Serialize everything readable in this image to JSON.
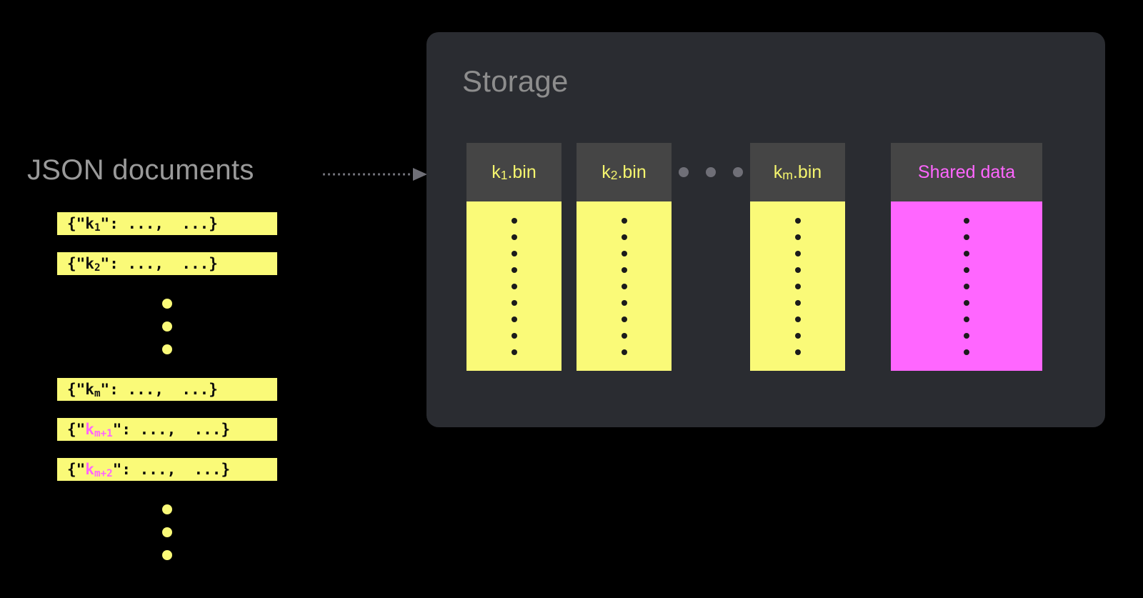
{
  "diagram": {
    "background_color": "#000000",
    "accent_yellow": "#FAFA78",
    "accent_magenta": "#FF66FF",
    "panel_color": "#2A2C31",
    "header_color": "#454545"
  },
  "left": {
    "label": "JSON documents",
    "documents": [
      {
        "prefix": "{\"",
        "key": "k",
        "sub": "1",
        "suffix": "\": ...,  ...}",
        "key_color": "#111111"
      },
      {
        "prefix": "{\"",
        "key": "k",
        "sub": "2",
        "suffix": "\": ...,  ...}",
        "key_color": "#111111"
      },
      {
        "prefix": "{\"",
        "key": "k",
        "sub": "m",
        "suffix": "\": ...,  ...}",
        "key_color": "#111111"
      },
      {
        "prefix": "{\"",
        "key": "k",
        "sub": "m+1",
        "suffix": "\": ...,  ...}",
        "key_color": "#FF66FF"
      },
      {
        "prefix": "{\"",
        "key": "k",
        "sub": "m+2",
        "suffix": "\": ...,  ...}",
        "key_color": "#FF66FF"
      }
    ],
    "ellipsis_dot_count": 3
  },
  "connector": {
    "style": "dotted-arrow",
    "color": "#6f6f77",
    "direction": "left-to-right"
  },
  "storage": {
    "title": "Storage",
    "columns": [
      {
        "name": "k1-bin",
        "label_base": "k",
        "label_sub": "1",
        "label_tail": ".bin",
        "text_color": "#F5F56E",
        "body_color": "#FAFA78",
        "dot_count": 9
      },
      {
        "name": "k2-bin",
        "label_base": "k",
        "label_sub": "2",
        "label_tail": ".bin",
        "text_color": "#F5F56E",
        "body_color": "#FAFA78",
        "dot_count": 9
      },
      {
        "name": "km-bin",
        "label_base": "k",
        "label_sub": "m",
        "label_tail": ".bin",
        "text_color": "#F5F56E",
        "body_color": "#FAFA78",
        "dot_count": 9
      },
      {
        "name": "shared-data",
        "label_base": "Shared data",
        "label_sub": "",
        "label_tail": "",
        "text_color": "#FF66FF",
        "body_color": "#FF66FF",
        "dot_count": 9
      }
    ],
    "column_ellipsis_dot_count": 3
  }
}
